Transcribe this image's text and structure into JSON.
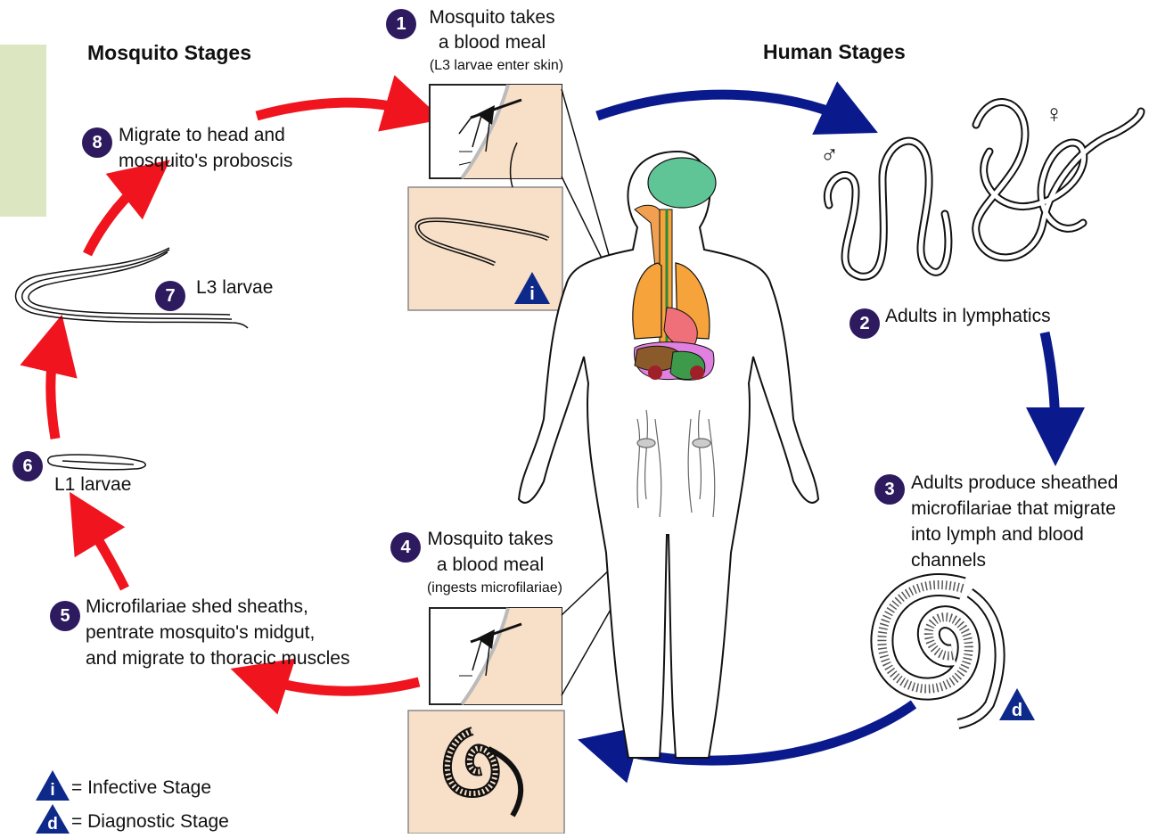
{
  "headings": {
    "mosquito": "Mosquito Stages",
    "human": "Human Stages"
  },
  "steps": [
    {
      "number": "1",
      "line1": "Mosquito takes",
      "line2": "a blood meal",
      "note": "(L3 larvae enter skin)"
    },
    {
      "number": "2",
      "text": "Adults in lymphatics"
    },
    {
      "number": "3",
      "line1": "Adults produce sheathed",
      "line2": "microfilariae that migrate",
      "line3": "into lymph and blood",
      "line4": "channels"
    },
    {
      "number": "4",
      "line1": "Mosquito takes",
      "line2": "a blood meal",
      "note": "(ingests microfilariae)"
    },
    {
      "number": "5",
      "line1": "Microfilariae shed sheaths,",
      "line2": "pentrate mosquito's midgut,",
      "line3": "and migrate to thoracic muscles"
    },
    {
      "number": "6",
      "text": "L1 larvae"
    },
    {
      "number": "7",
      "text": "L3 larvae"
    },
    {
      "number": "8",
      "line1": "Migrate to head and",
      "line2": "mosquito's proboscis"
    }
  ],
  "badges": {
    "infective": "i",
    "diagnostic": "d"
  },
  "legend": {
    "infective_label": "= Infective Stage",
    "diagnostic_label": "= Diagnostic Stage"
  },
  "symbols": {
    "male": "♂",
    "female": "♀"
  },
  "colors": {
    "red_arrow": "#f0141e",
    "blue_arrow": "#0a1a8c",
    "number_circle": "#2e1a5e",
    "badge_triangle": "#0d2a8a",
    "inset_peach": "#f7dfc8",
    "side_panel": "#dce6c0"
  }
}
